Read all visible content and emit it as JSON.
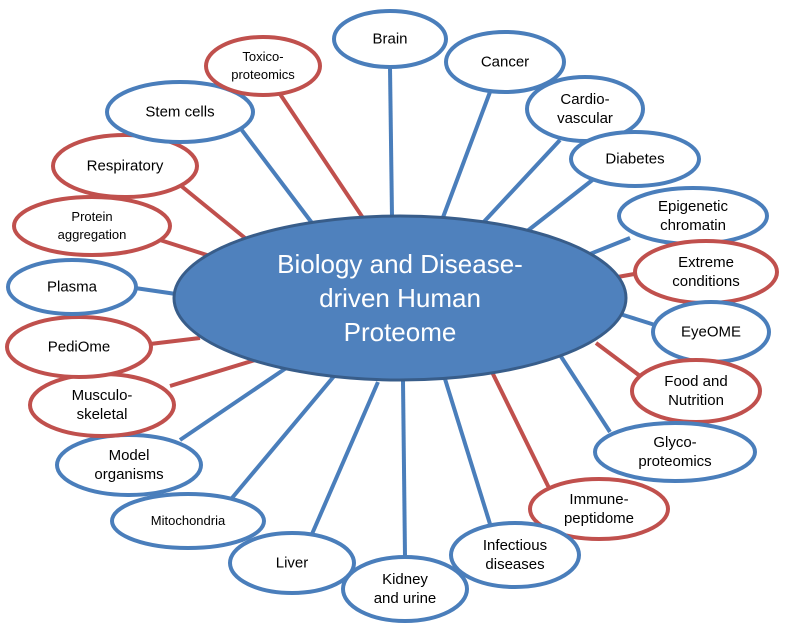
{
  "center": {
    "label": "Biology and Disease-\ndriven Human\nProteome"
  },
  "colors": {
    "blue": "#4a7ebb",
    "red": "#c0504d",
    "center_fill": "#4f81bd"
  },
  "nodes": [
    {
      "label": "Brain",
      "color": "blue"
    },
    {
      "label": "Cancer",
      "color": "blue"
    },
    {
      "label": "Cardio-\nvascular",
      "color": "blue"
    },
    {
      "label": "Diabetes",
      "color": "blue"
    },
    {
      "label": "Epigenetic\nchromatin",
      "color": "blue"
    },
    {
      "label": "Extreme\nconditions",
      "color": "red"
    },
    {
      "label": "EyeOME",
      "color": "blue"
    },
    {
      "label": "Food and\nNutrition",
      "color": "red"
    },
    {
      "label": "Glyco-\nproteomics",
      "color": "blue"
    },
    {
      "label": "Immune-\npeptidome",
      "color": "red"
    },
    {
      "label": "Infectious\ndiseases",
      "color": "blue"
    },
    {
      "label": "Kidney\nand urine",
      "color": "blue"
    },
    {
      "label": "Liver",
      "color": "blue"
    },
    {
      "label": "Mitochondria",
      "color": "blue"
    },
    {
      "label": "Model\norganisms",
      "color": "blue"
    },
    {
      "label": "Musculo-\nskeletal",
      "color": "red"
    },
    {
      "label": "PediOme",
      "color": "red"
    },
    {
      "label": "Plasma",
      "color": "blue"
    },
    {
      "label": "Protein\naggregation",
      "color": "red"
    },
    {
      "label": "Respiratory",
      "color": "red"
    },
    {
      "label": "Stem cells",
      "color": "blue"
    },
    {
      "label": "Toxico-\nproteomics",
      "color": "red"
    }
  ]
}
